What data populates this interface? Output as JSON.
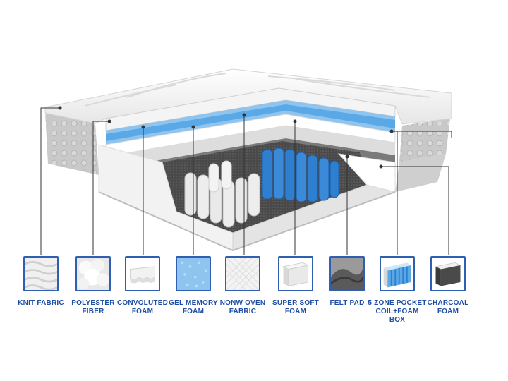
{
  "components": [
    {
      "name": "knit-fabric",
      "label": "KNIT FABRIC"
    },
    {
      "name": "polyester-fiber",
      "label": "POLYESTER\nFIBER"
    },
    {
      "name": "convoluted-foam",
      "label": "CONVOLUTED\nFOAM"
    },
    {
      "name": "gel-memory-foam",
      "label": "GEL MEMORY\nFOAM"
    },
    {
      "name": "nonwoven-fabric",
      "label": "NONW OVEN\nFABRIC"
    },
    {
      "name": "super-soft-foam",
      "label": "SUPER SOFT\nFOAM"
    },
    {
      "name": "felt-pad",
      "label": "FELT PAD"
    },
    {
      "name": "pocket-coil-foam-box",
      "label": "5 ZONE POCKET\nCOIL+FOAM BOX"
    },
    {
      "name": "charcoal-foam",
      "label": "CHARCOAL\nFOAM"
    }
  ],
  "colors": {
    "label_text": "#1f4fa3",
    "swatch_border": "#2f5fb0",
    "gel_blue": "#5aa8e6",
    "coil_blue": "#2e7fd0",
    "charcoal": "#3a3a3a"
  }
}
